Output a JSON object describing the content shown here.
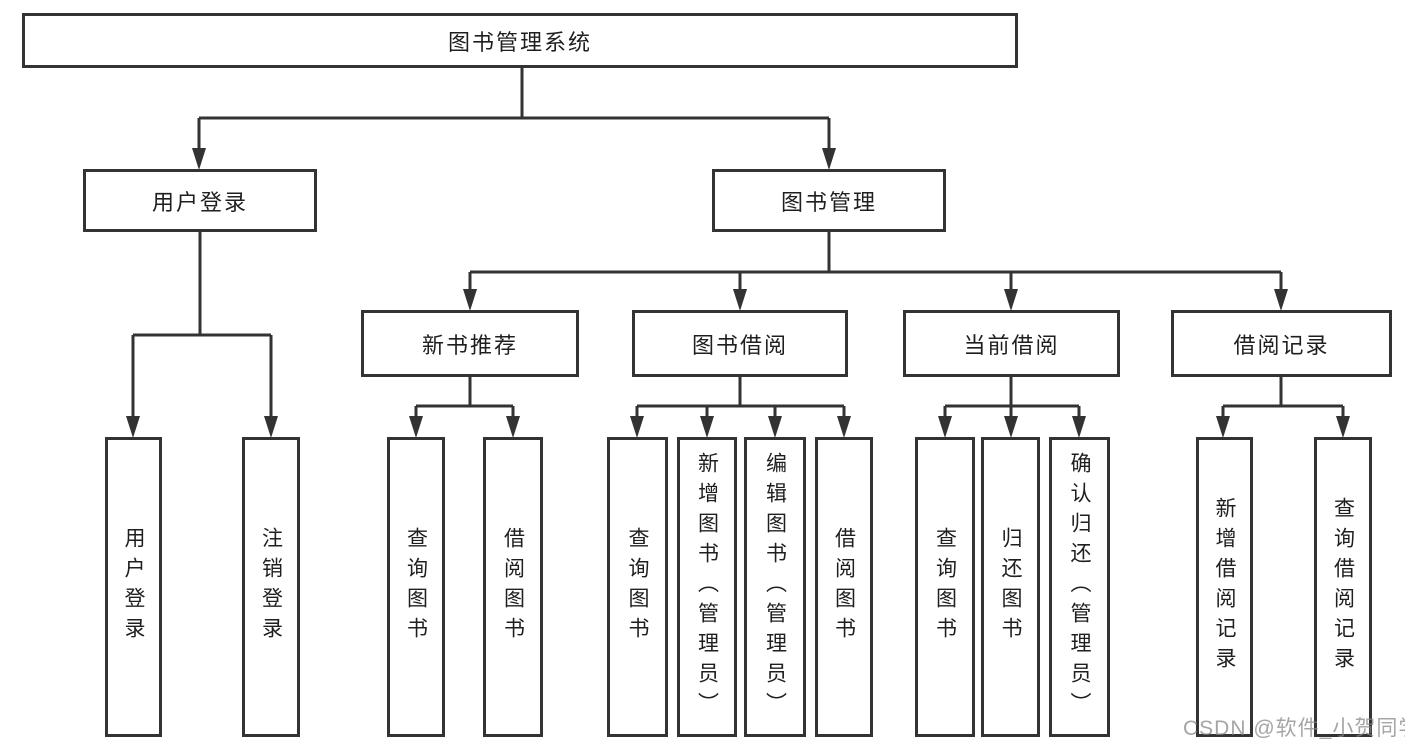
{
  "colors": {
    "line": "#333333",
    "box_border": "#333333",
    "box_bg": "#ffffff",
    "text": "#1f1f1f",
    "watermark": "#878787"
  },
  "watermark": {
    "text": "CSDN @软件_小贺同学"
  },
  "nodes": {
    "root": {
      "label": "图书管理系统"
    },
    "level2": [
      {
        "label": "用户登录"
      },
      {
        "label": "图书管理"
      }
    ],
    "level3": [
      {
        "label": "新书推荐",
        "parent": "图书管理"
      },
      {
        "label": "图书借阅",
        "parent": "图书管理"
      },
      {
        "label": "当前借阅",
        "parent": "图书管理"
      },
      {
        "label": "借阅记录",
        "parent": "图书管理"
      }
    ],
    "leaves": [
      {
        "label": "用户登录",
        "parent": "用户登录"
      },
      {
        "label": "注销登录",
        "parent": "用户登录"
      },
      {
        "label": "查询图书",
        "parent": "新书推荐"
      },
      {
        "label": "借阅图书",
        "parent": "新书推荐"
      },
      {
        "label": "查询图书",
        "parent": "图书借阅"
      },
      {
        "label": "新增图书（管理员）",
        "parent": "图书借阅"
      },
      {
        "label": "编辑图书（管理员）",
        "parent": "图书借阅"
      },
      {
        "label": "借阅图书",
        "parent": "图书借阅"
      },
      {
        "label": "查询图书",
        "parent": "当前借阅"
      },
      {
        "label": "归还图书",
        "parent": "当前借阅"
      },
      {
        "label": "确认归还（管理员）",
        "parent": "当前借阅"
      },
      {
        "label": "新增借阅记录",
        "parent": "借阅记录"
      },
      {
        "label": "查询借阅记录",
        "parent": "借阅记录"
      }
    ]
  }
}
